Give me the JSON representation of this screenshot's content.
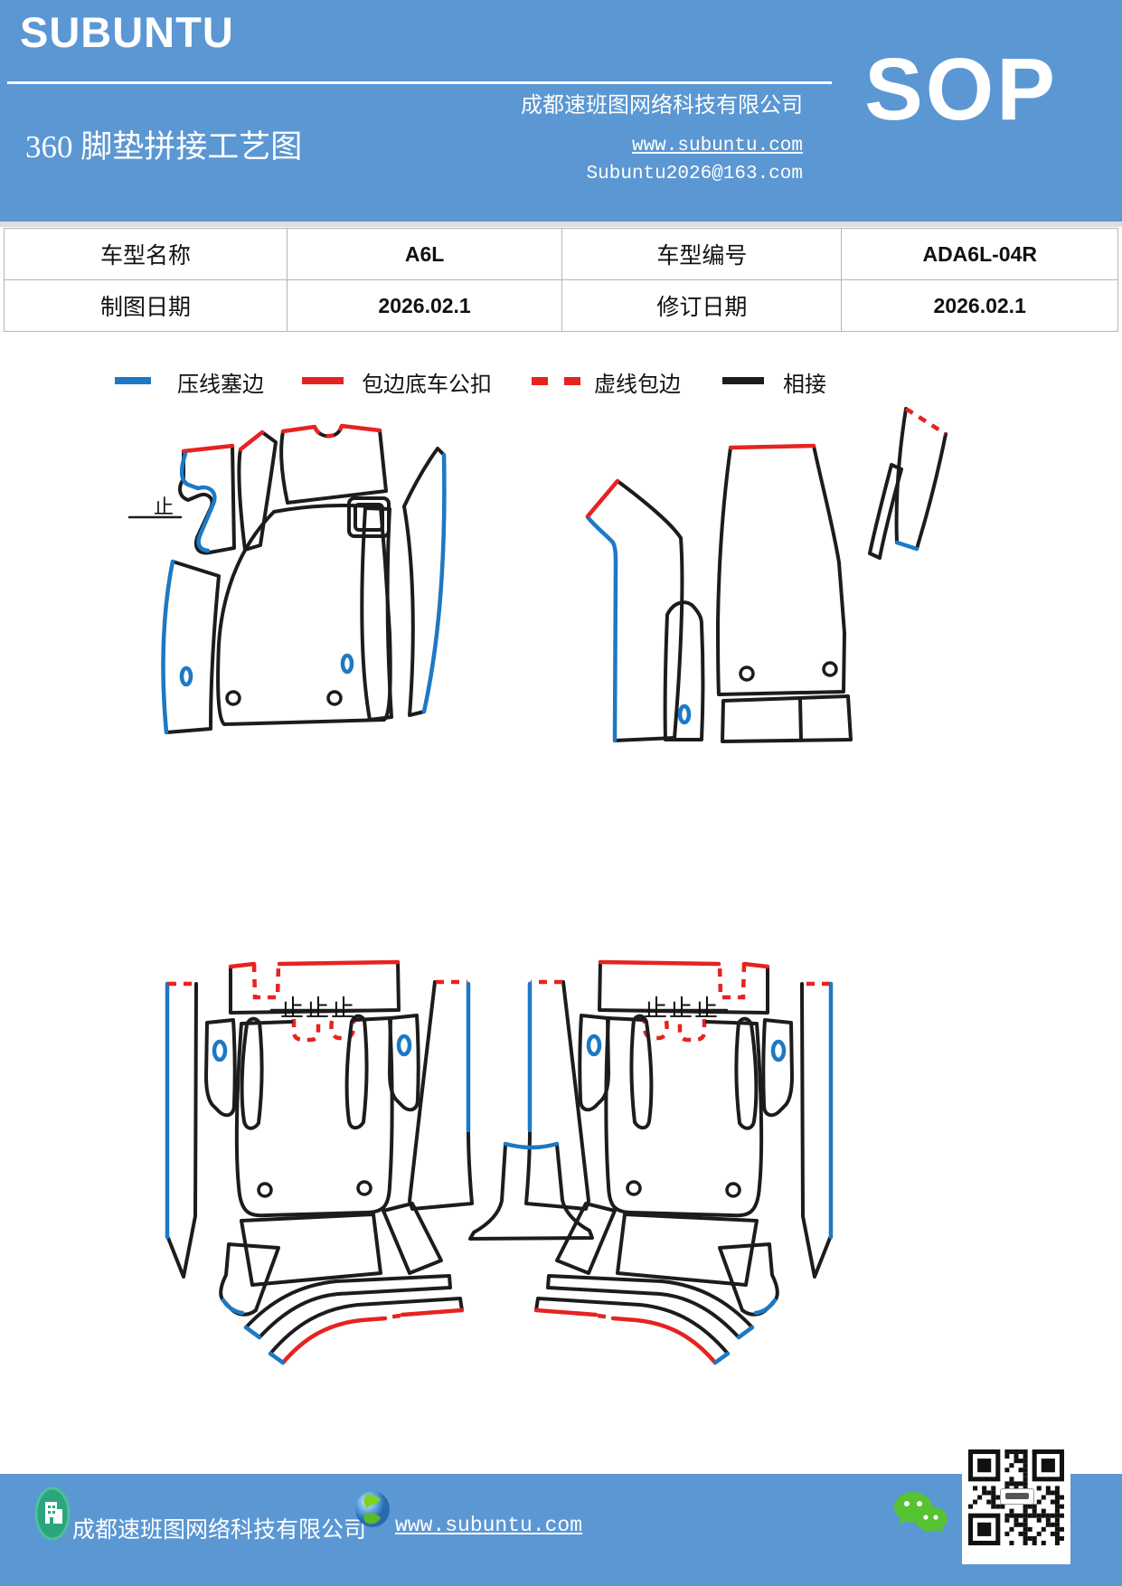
{
  "header": {
    "brand": "SUBUNTU",
    "doc_title": "360 脚垫拼接工艺图",
    "company": "成都速班图网络科技有限公司",
    "website": "www.subuntu.com",
    "email": "Subuntu2026@163.com",
    "sop_label": "SOP"
  },
  "table": {
    "rows": [
      {
        "cells": [
          "车型名称",
          "A6L",
          "车型编号",
          "ADA6L-04R"
        ]
      },
      {
        "cells": [
          "制图日期",
          "2026.02.1",
          "修订日期",
          "2026.02.1"
        ]
      }
    ]
  },
  "legend": {
    "items": [
      {
        "label": "压线塞边",
        "style": "solid",
        "color": "#1d79c4"
      },
      {
        "label": "包边底车公扣",
        "style": "solid",
        "color": "#e62320"
      },
      {
        "label": "虚线包边",
        "style": "dashed",
        "color": "#e62320"
      },
      {
        "label": "相接",
        "style": "solid",
        "color": "#1c1c1c"
      }
    ]
  },
  "diagram": {
    "annotations": {
      "front_left_stop": "止",
      "rear_left_stops": "止止止",
      "rear_right_stops": "止止止"
    }
  },
  "footer": {
    "company": "成都速班图网络科技有限公司",
    "website": "www.subuntu.com"
  },
  "colors": {
    "header_blue": "#5b97d3",
    "line_blue": "#1d79c4",
    "line_red": "#e62320",
    "line_black": "#1c1c1c",
    "table_border": "#b5b5b5",
    "wechat_green": "#57c232",
    "icon_teal": "#2aa67f"
  }
}
